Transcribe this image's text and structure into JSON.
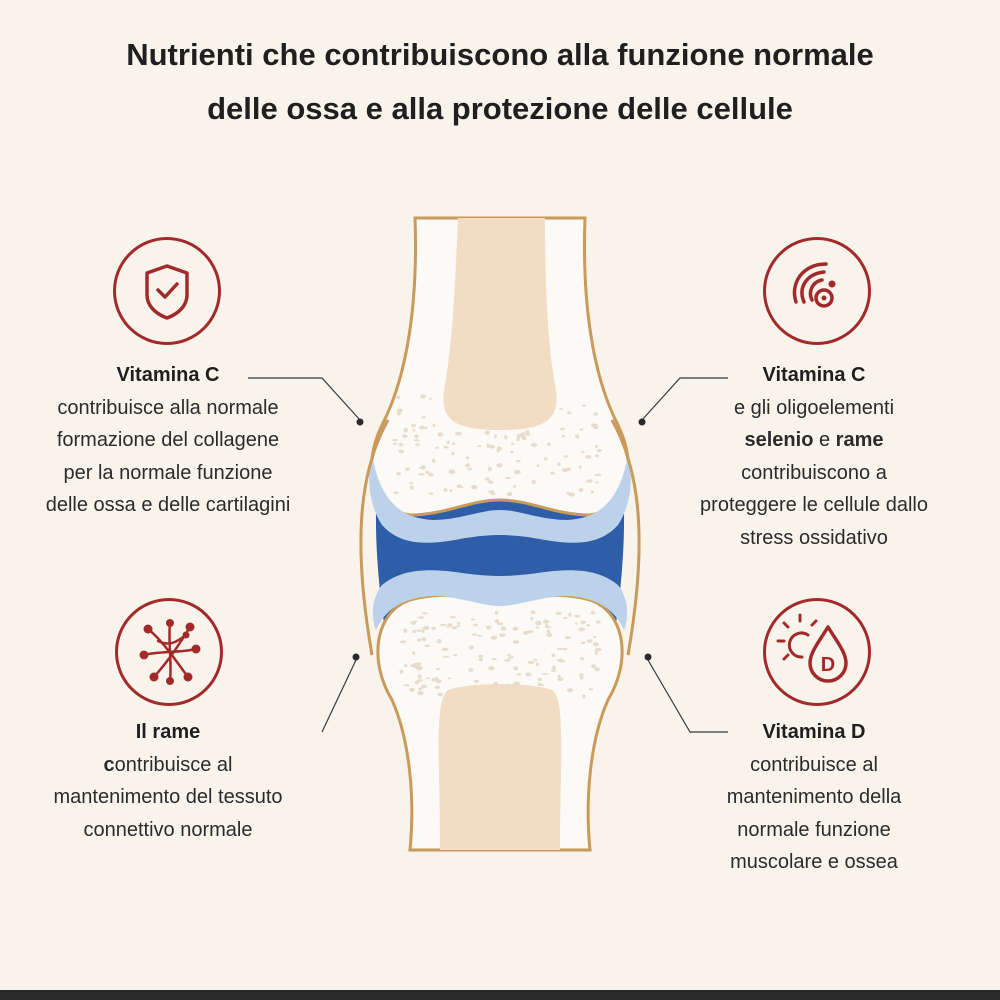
{
  "title": {
    "line1": "Nutrienti che contribuiscono alla funzione normale",
    "line2": "delle ossa e alla protezione delle cellule"
  },
  "colors": {
    "background": "#f8f4ec",
    "accent_red": "#a32a2a",
    "bone_outline": "#c99a5a",
    "bone_marrow": "#f2dcc4",
    "cartilage": "#bcd2ea",
    "synovial_fluid": "#2f5ea8"
  },
  "top_left": {
    "icon": "shield-check-icon",
    "heading": "Vitamina C",
    "lines": [
      "contribuisce alla normale",
      "formazione del collagene",
      "per la normale funzione",
      "delle ossa e delle cartilagini"
    ]
  },
  "top_right": {
    "icon": "cell-protection-icon",
    "heading": "Vitamina C",
    "line1": "e gli oligoelementi",
    "bold_a": "selenio",
    "conj": " e ",
    "bold_b": "rame",
    "lines": [
      "contribuiscono a",
      "proteggere le cellule dallo",
      "stress ossidativo"
    ]
  },
  "bottom_left": {
    "icon": "connective-tissue-icon",
    "heading": "Il rame",
    "first_letter": "c",
    "first_rest": "ontribuisce al",
    "lines": [
      "mantenimento del tessuto",
      "connettivo normale"
    ]
  },
  "bottom_right": {
    "icon": "sun-vitamin-d-drop-icon",
    "drop_letter": "D",
    "heading": "Vitamina D",
    "lines": [
      "contribuisce al",
      "mantenimento della",
      "normale funzione",
      "muscolare e ossea"
    ]
  }
}
